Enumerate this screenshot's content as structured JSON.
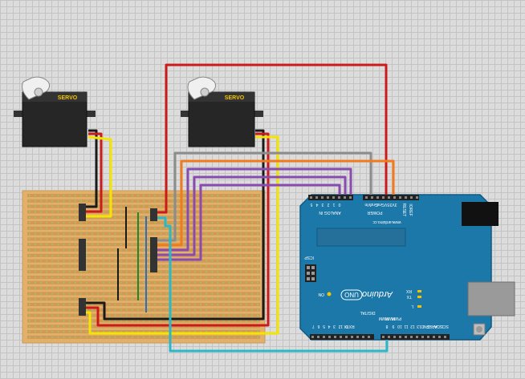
{
  "servos": [
    {
      "label": "SERVO"
    },
    {
      "label": "SERVO"
    }
  ],
  "arduino": {
    "brand": "Arduino",
    "model": "UNO",
    "url": "www.arduino.cc",
    "icsp": "ICSP",
    "on_label": "ON",
    "rx": "RX",
    "tx": "TX",
    "led_l": "L",
    "analog_in": "ANALOG IN",
    "power": "POWER",
    "digital": "DIGITAL",
    "reset": "RESET",
    "ioref": "IOREF",
    "pwm": "PWM",
    "power_pins": [
      "Vin",
      "Gnd",
      "Gnd",
      "5V",
      "3V3"
    ],
    "analog_pins": [
      "5",
      "4",
      "3",
      "2",
      "1",
      "0"
    ],
    "digital_low": [
      "RX 0",
      "TX 1",
      "2",
      "3",
      "4",
      "5",
      "6",
      "7"
    ],
    "digital_high": [
      "8",
      "9",
      "10",
      "11",
      "12",
      "13",
      "GND",
      "AREF",
      "SDA",
      "SCL"
    ]
  },
  "colors": {
    "board": "#1b78a8",
    "board_dark": "#0f5a82",
    "stripboard": "#e2b06b",
    "servo_body": "#262626",
    "servo_label": "#f5c400",
    "wire_red": "#cc1a1a",
    "wire_black": "#1a1a1a",
    "wire_yellow": "#f5e400",
    "wire_orange": "#f07a1c",
    "wire_purple": "#8a4bb0",
    "wire_grey": "#8c8c8c",
    "wire_cyan": "#2ab8c8",
    "wire_blue": "#2d6fb8",
    "wire_green": "#1b8a2a"
  }
}
